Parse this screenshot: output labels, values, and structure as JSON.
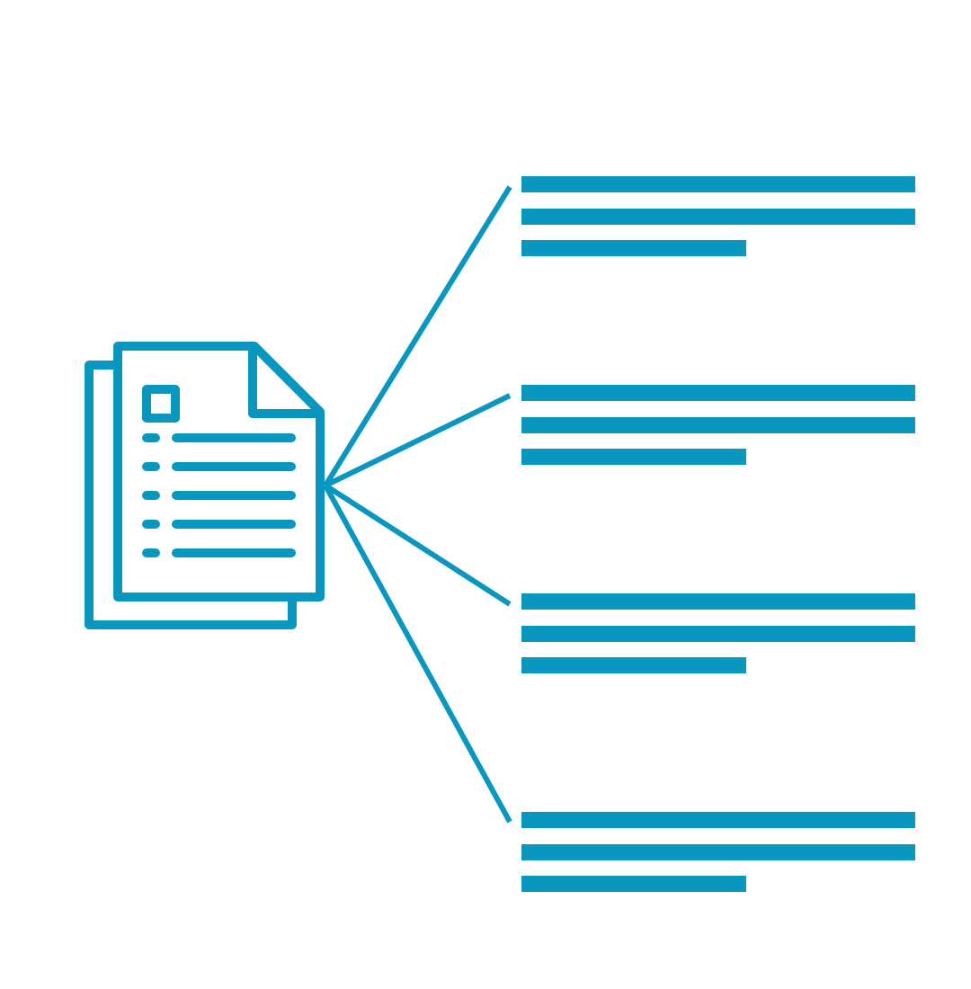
{
  "diagram": {
    "accent_color": "#0996bf",
    "background_color": "#ffffff",
    "icon": "document-list-icon",
    "branch_count": 4,
    "blocks": [
      {
        "name": "text-block-1",
        "lines": 3
      },
      {
        "name": "text-block-2",
        "lines": 3
      },
      {
        "name": "text-block-3",
        "lines": 3
      },
      {
        "name": "text-block-4",
        "lines": 3
      }
    ]
  }
}
